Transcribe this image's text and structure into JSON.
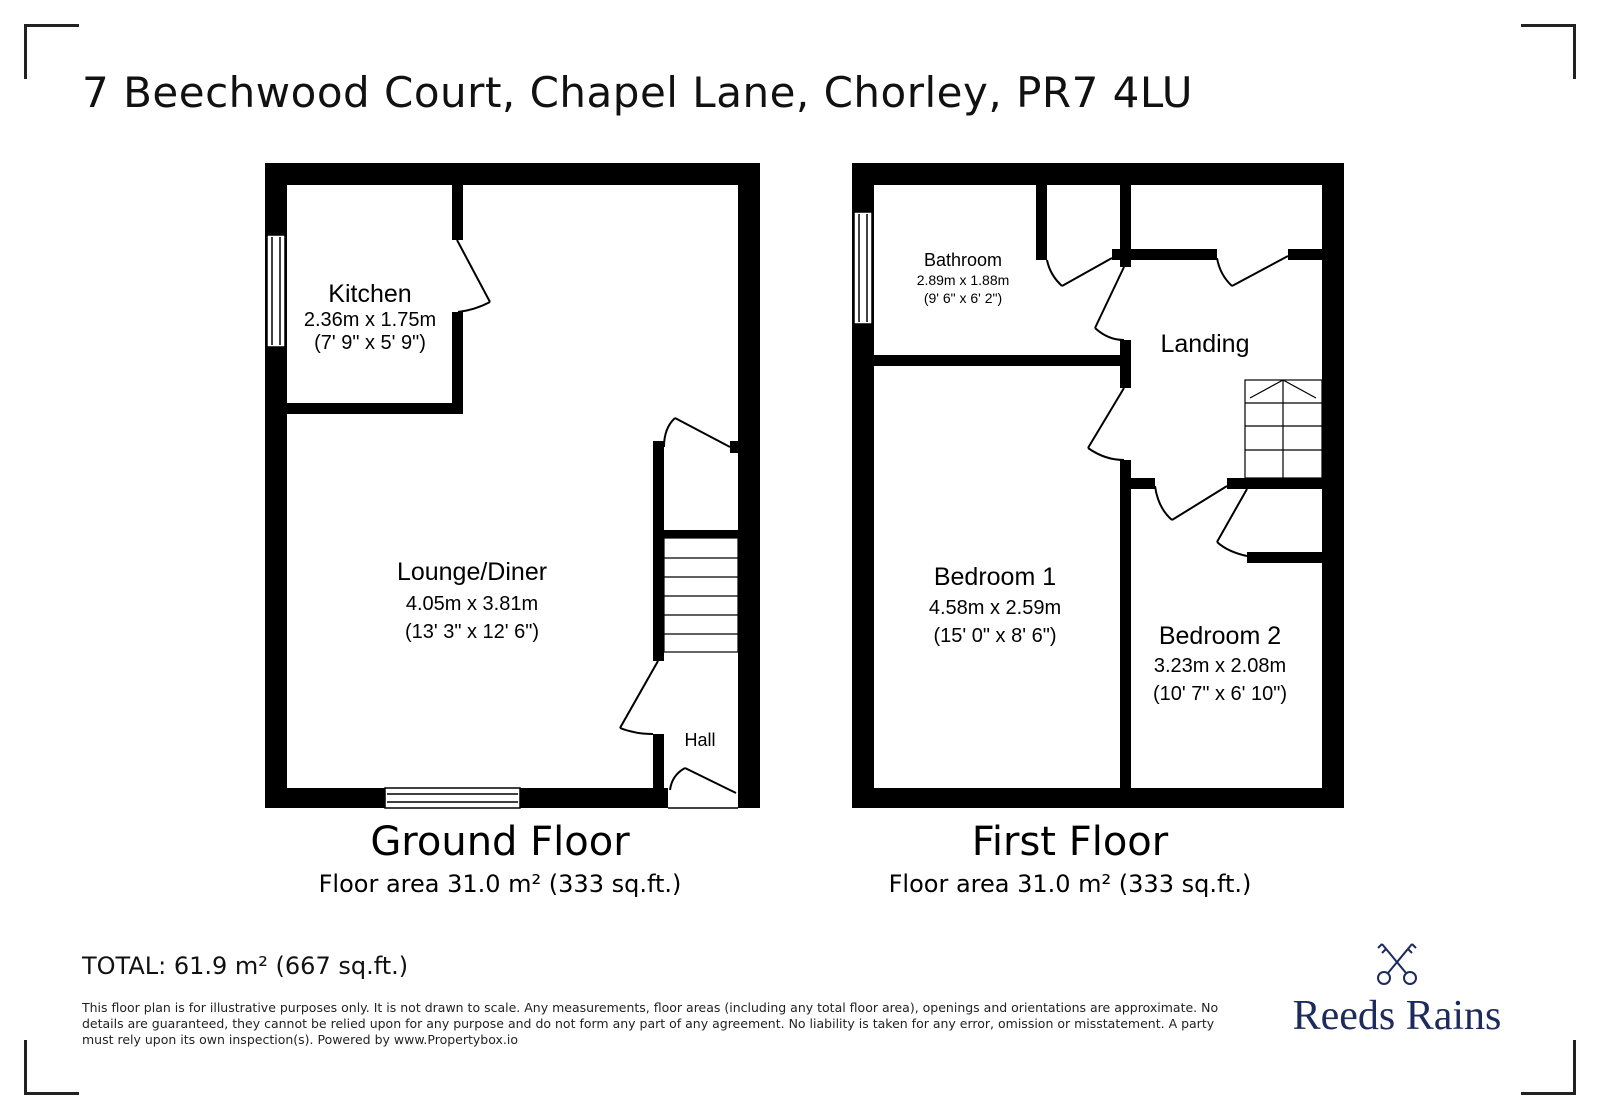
{
  "title": "7 Beechwood Court, Chapel Lane, Chorley, PR7 4LU",
  "floors": [
    {
      "name": "Ground Floor",
      "area": "Floor area 31.0 m² (333 sq.ft.)",
      "rooms": [
        {
          "name": "Kitchen",
          "metric": "2.36m x 1.75m",
          "imperial": "(7' 9\" x 5' 9\")"
        },
        {
          "name": "Lounge/Diner",
          "metric": "4.05m x 3.81m",
          "imperial": "(13' 3\" x 12' 6\")"
        },
        {
          "name": "Hall"
        }
      ]
    },
    {
      "name": "First Floor",
      "area": "Floor area 31.0 m² (333 sq.ft.)",
      "rooms": [
        {
          "name": "Bathroom",
          "metric": "2.89m x 1.88m",
          "imperial": "(9' 6\" x 6' 2\")"
        },
        {
          "name": "Landing"
        },
        {
          "name": "Bedroom 1",
          "metric": "4.58m x 2.59m",
          "imperial": "(15' 0\" x 8' 6\")"
        },
        {
          "name": "Bedroom 2",
          "metric": "3.23m x 2.08m",
          "imperial": "(10' 7\" x 6' 10\")"
        }
      ]
    }
  ],
  "total": "TOTAL: 61.9 m² (667 sq.ft.)",
  "disclaimer": "This floor plan is for illustrative purposes only. It is not drawn to scale. Any measurements, floor areas (including any total floor area), openings and orientations are approximate. No details are guaranteed, they cannot be relied upon for any purpose and do not form any part of any agreement. No liability is taken for any error, omission or misstatement. A party must rely upon its own inspection(s). Powered by www.Propertybox.io",
  "brand": {
    "name": "Reeds Rains",
    "color": "#1d2a5c",
    "icon": "crossed-keys-icon"
  }
}
